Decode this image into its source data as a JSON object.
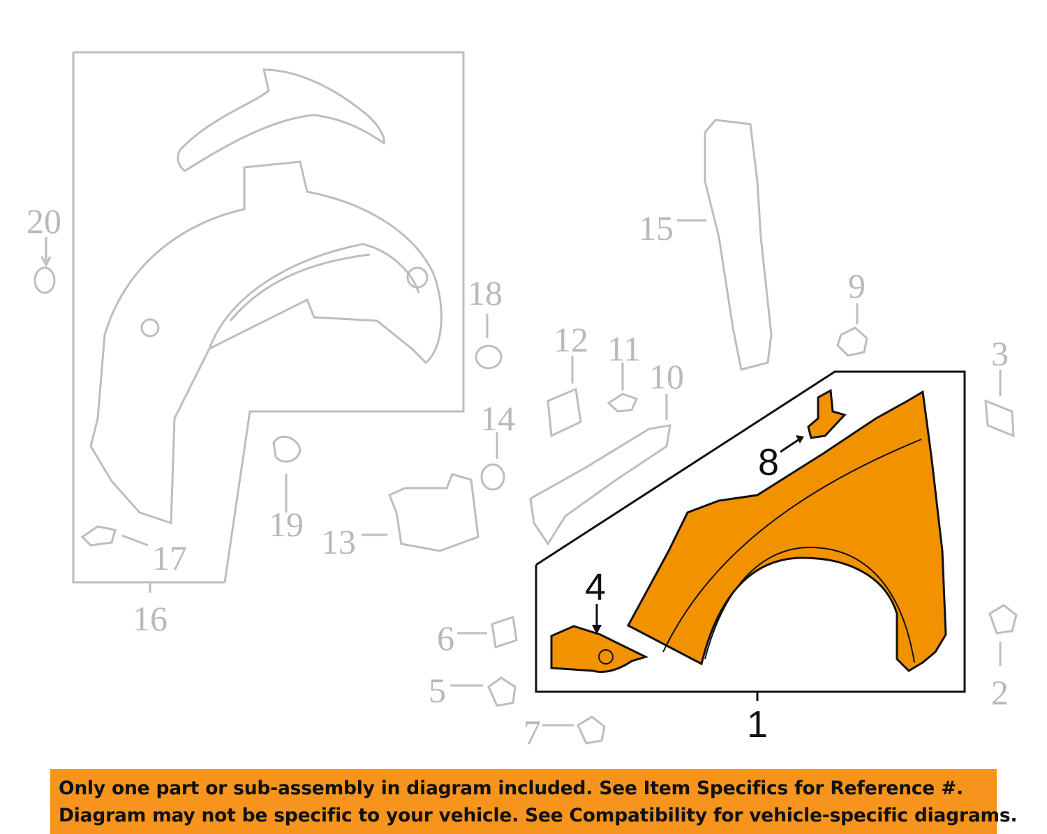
{
  "diagram": {
    "highlight_color": "#f39200",
    "muted_color": "#b9b9b9",
    "callouts": {
      "c1": "1",
      "c2": "2",
      "c3": "3",
      "c4": "4",
      "c5": "5",
      "c6": "6",
      "c7": "7",
      "c8": "8",
      "c9": "9",
      "c10": "10",
      "c11": "11",
      "c12": "12",
      "c13": "13",
      "c14": "14",
      "c15": "15",
      "c16": "16",
      "c17": "17",
      "c18": "18",
      "c19": "19",
      "c20": "20"
    }
  },
  "banner": {
    "color": "#f7941d",
    "line1": "Only one part or sub-assembly in diagram included. See Item Specifics for Reference #.",
    "line2": "Diagram may not be specific to your vehicle. See Compatibility for vehicle-specific diagrams."
  }
}
